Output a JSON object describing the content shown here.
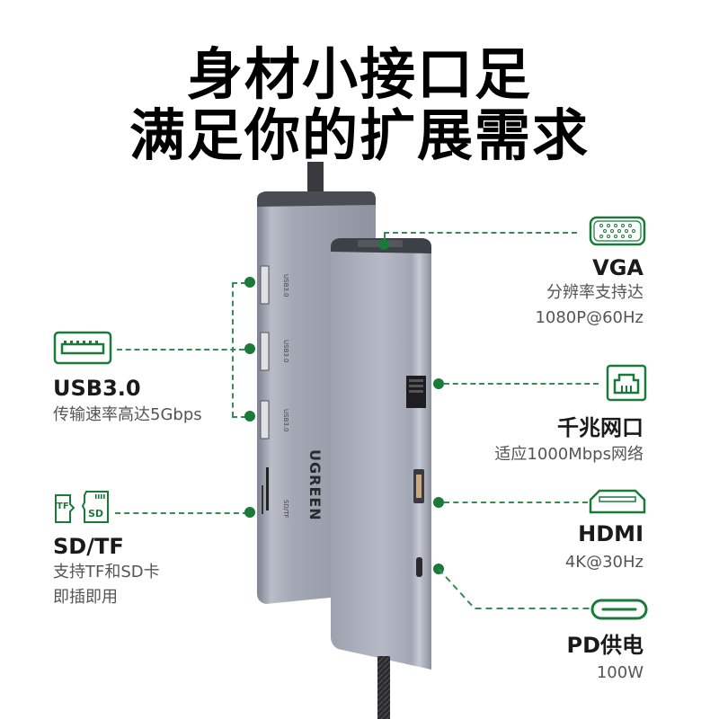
{
  "headline": {
    "line1": "身材小接口足",
    "line2": "满足你的扩展需求"
  },
  "accent_color": "#1a7a3a",
  "product": {
    "brand": "UGREEN",
    "port_labels": [
      "USB3.0",
      "USB3.0",
      "USB3.0",
      "SD/TF"
    ]
  },
  "features": {
    "usb": {
      "icon": "usb-a-port-icon",
      "title": "USB3.0",
      "desc": "传输速率高达5Gbps"
    },
    "sdtf": {
      "icon": "sd-tf-card-icon",
      "tf_label": "TF",
      "sd_label": "SD",
      "title": "SD/TF",
      "desc_line1": "支持TF和SD卡",
      "desc_line2": "即插即用"
    },
    "vga": {
      "icon": "vga-port-icon",
      "title": "VGA",
      "desc_line1": "分辨率支持达",
      "desc_line2": "1080P@60Hz"
    },
    "ethernet": {
      "icon": "ethernet-port-icon",
      "title": "千兆网口",
      "desc": "适应1000Mbps网络"
    },
    "hdmi": {
      "icon": "hdmi-port-icon",
      "title": "HDMI",
      "desc": "4K@30Hz"
    },
    "pd": {
      "icon": "usb-c-port-icon",
      "title": "PD供电",
      "desc": "100W"
    }
  }
}
